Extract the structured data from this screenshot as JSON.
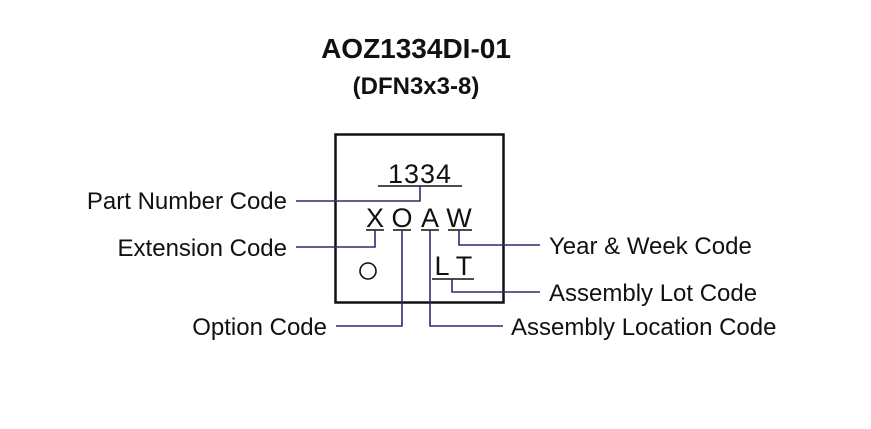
{
  "title": "AOZ1334DI-01",
  "package": "(DFN3x3-8)",
  "chip": {
    "part_number": "1334",
    "code_letters": [
      "X",
      "O",
      "A",
      "W"
    ],
    "lot_letters": [
      "L",
      "T"
    ]
  },
  "labels": {
    "part_number_code": "Part Number Code",
    "extension_code": "Extension Code",
    "option_code": "Option Code",
    "year_week_code": "Year & Week Code",
    "assembly_lot_code": "Assembly Lot Code",
    "assembly_location_code": "Assembly Location Code"
  },
  "colors": {
    "chip_outline": "#111111",
    "leader_line": "#2a2d6e",
    "text": "#111111"
  }
}
